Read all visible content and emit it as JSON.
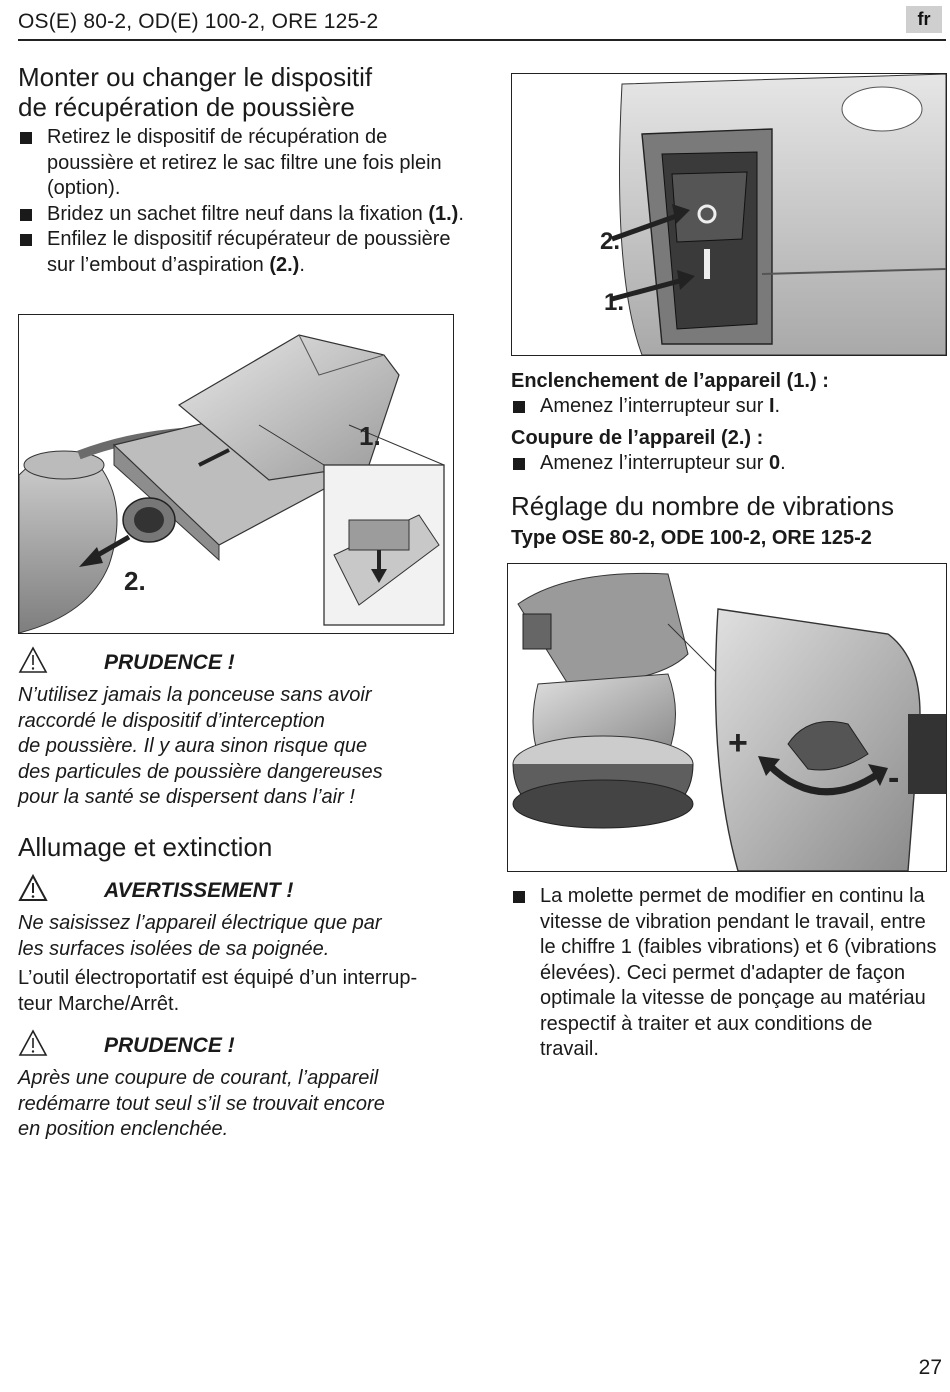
{
  "header": {
    "title": "OS(E) 80-2, OD(E) 100-2, ORE 125-2",
    "lang": "fr"
  },
  "dust_section": {
    "heading_line1": "Monter ou changer le dispositif",
    "heading_line2": "de récupération de poussière",
    "bullets": [
      {
        "text": "Retirez le dispositif de récupération de poussière et retirez le sac filtre une fois plein (option)."
      },
      {
        "text": "Bridez un sachet filtre neuf dans la fixation ",
        "bold": "(1.)",
        "after": "."
      },
      {
        "text": "Enfilez le dispositif récupérateur de poussière sur l’embout d’aspiration ",
        "bold": "(2.)",
        "after": "."
      }
    ]
  },
  "figure_dust": {
    "label1": "1.",
    "label2": "2."
  },
  "figure_switch": {
    "label1": "1.",
    "label2": "2."
  },
  "caution1": {
    "title": "PRUDENCE !",
    "lines": [
      "N’utilisez jamais la ponceuse sans avoir",
      "raccordé le dispositif d’interception",
      "de poussière. Il y aura sinon risque que",
      "des particules de poussière dangereuses",
      "pour la santé se dispersent dans l’air !"
    ]
  },
  "power_section": {
    "heading": "Allumage et extinction",
    "warning_title": "AVERTISSEMENT !",
    "warning_lines": [
      "Ne saisissez l’appareil électrique que par",
      "les surfaces isolées de sa poignée."
    ],
    "body_lines": [
      "L’outil électroportatif est équipé d’un interrup-",
      "teur Marche/Arrêt."
    ],
    "caution_title": "PRUDENCE !",
    "caution_lines": [
      "Après une coupure de courant, l’appareil",
      "redémarre tout seul s’il se trouvait encore",
      "en position enclenchée."
    ]
  },
  "switch_info": {
    "on_heading": "Enclenchement de l’appareil (1.) :",
    "on_bullet": "Amenez l’interrupteur sur ",
    "on_value": "I",
    "off_heading": "Coupure de l’appareil (2.) :",
    "off_bullet": "Amenez l’interrupteur sur ",
    "off_value": "0"
  },
  "vibration_section": {
    "heading": "Réglage du nombre de vibrations",
    "subheading": "Type OSE 80-2, ODE 100-2, ORE 125-2",
    "bullet_lines": [
      "La molette permet de modifier en continu la",
      "vitesse de vibration pendant le travail, entre",
      "le chiffre 1 (faibles vibrations) et 6 (vibrations",
      "élevées). Ceci permet d'adapter de façon",
      "optimale la vitesse de ponçage au matériau",
      "respectif à traiter et aux conditions de",
      "travail."
    ]
  },
  "figure_vibration": {
    "plus": "+",
    "minus": "-"
  },
  "footer": {
    "page_number": "27"
  }
}
